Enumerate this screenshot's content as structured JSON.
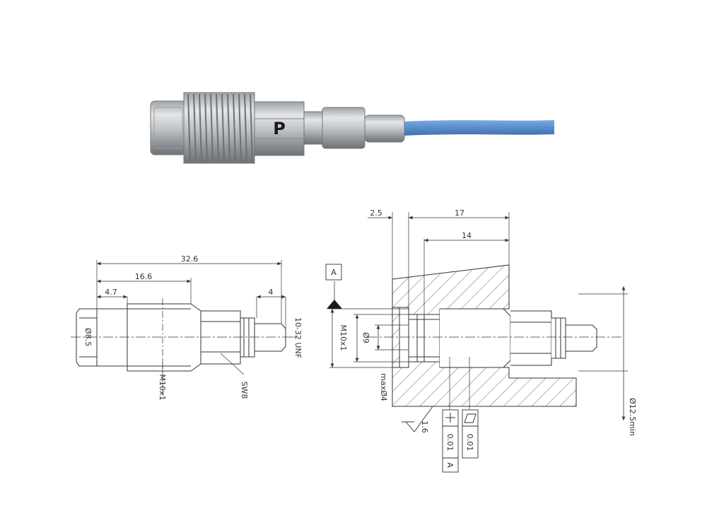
{
  "product_photo": {
    "logo_letter": "P",
    "cable_color": "#5b8fcf",
    "body_color": "#b9bcbf"
  },
  "left_drawing": {
    "dims": {
      "overall_length": "32.6",
      "thread_length": "16.6",
      "head_length": "4.7",
      "connector_length": "4",
      "head_diameter": "Ø8.5",
      "thread": "M10x1",
      "wrench_size": "SW8",
      "connector_thread": "10-32 UNF"
    }
  },
  "right_drawing": {
    "dims": {
      "bore_depth": "17",
      "thread_depth": "14",
      "counterbore_depth": "2.5",
      "thread": "M10x1",
      "bore_diameter": "Ø9",
      "hole_diameter": "maxØ4",
      "clearance_diameter": "Ø12.5min",
      "roughness": "1.6",
      "datum": "A"
    },
    "tolerance_frames": {
      "perpendicularity_value": "0.01",
      "perpendicularity_datum": "A",
      "flatness_value": "0.01"
    }
  }
}
